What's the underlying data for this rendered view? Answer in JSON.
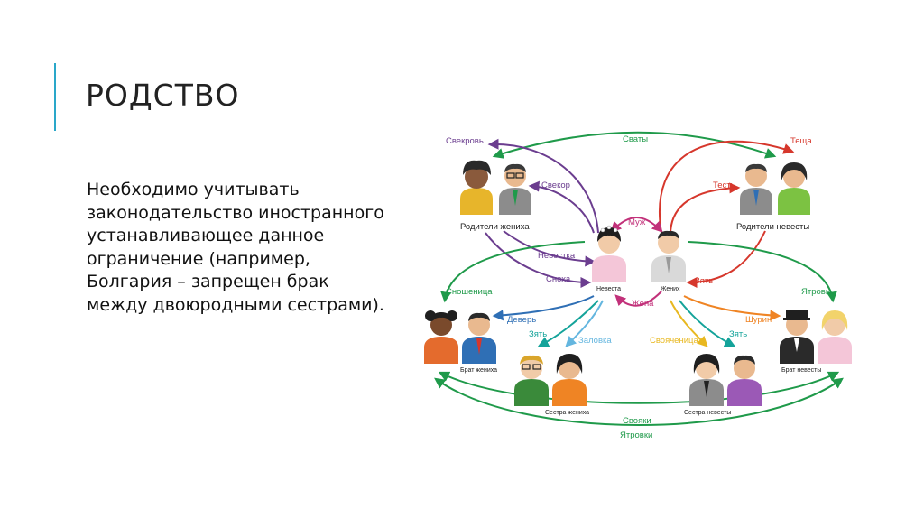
{
  "slide": {
    "title": "РОДСТВО",
    "body_lines": [
      "Необходимо учитывать",
      "законодательство иностранного",
      "устанавливающее данное",
      "ограничение (например,",
      "Болгария – запрещен брак",
      "между двоюродными сестрами)."
    ]
  },
  "diagram": {
    "groups": {
      "groom_parents": "Родители жениха",
      "bride_parents": "Родители невесты",
      "bride": "Невеста",
      "groom": "Жених",
      "groom_brother": "Брат жениха",
      "groom_sister": "Сестра жениха",
      "bride_sister": "Сестра невесты",
      "bride_brother": "Брат невесты"
    },
    "relations": {
      "svekrov": "Свекровь",
      "svaty": "Сваты",
      "teshcha": "Теща",
      "svekor": "Свекор",
      "test": "Тесть",
      "muzh": "Муж",
      "nevestka": "Невестка",
      "snokha": "Сноха",
      "zhena": "Жена",
      "zyat_top": "Зять",
      "snoshenitsa": "Сношеница",
      "yatrov": "Ятровь",
      "dever": "Деверь",
      "zyat_left": "Зять",
      "zolovka": "Заловка",
      "svoyachenitsa": "Свояченица",
      "zyat_right": "Зять",
      "shurin": "Шурин",
      "svoyaki": "Свояки",
      "yatrovki": "Ятровки"
    },
    "colors": {
      "green": "#1f9a4a",
      "purple": "#6b3d8f",
      "red": "#d6372c",
      "magenta": "#c2317a",
      "blue": "#2f6fb5",
      "light_blue": "#64b6df",
      "yellow": "#e8b820",
      "orange": "#ef8424",
      "teal": "#14a39a"
    }
  }
}
